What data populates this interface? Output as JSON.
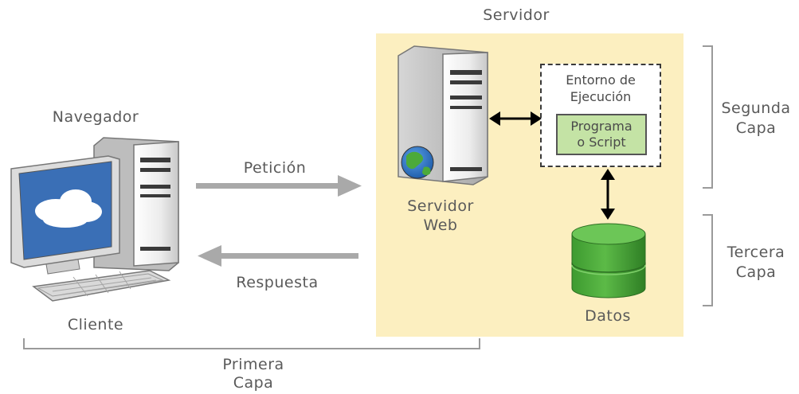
{
  "server_title": "Servidor",
  "browser_label": "Navegador",
  "client_label": "Cliente",
  "request_label": "Petición",
  "response_label": "Respuesta",
  "webserver_label": [
    "Servidor",
    "Web"
  ],
  "runtime_label": [
    "Entorno de",
    "Ejecución"
  ],
  "script_label": [
    "Programa",
    "o Script"
  ],
  "data_label": "Datos",
  "tiers": {
    "first": [
      "Primera",
      "Capa"
    ],
    "second": [
      "Segunda",
      "Capa"
    ],
    "third": [
      "Tercera",
      "Capa"
    ]
  },
  "colors": {
    "server_zone": "#fcefc0",
    "script_box": "#c4e3a5",
    "database": "#4aa83a",
    "screen": "#3a6fb6",
    "arrows": "#a9a9a9"
  }
}
